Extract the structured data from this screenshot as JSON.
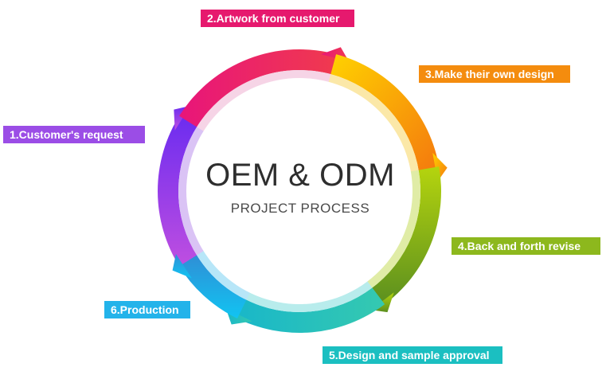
{
  "center": {
    "title": "OEM & ODM",
    "subtitle": "PROJECT PROCESS"
  },
  "steps": [
    {
      "label": "1.Customer's request",
      "color": "#9b4de6"
    },
    {
      "label": "2.Artwork from customer",
      "color": "#e6196e"
    },
    {
      "label": "3.Make their own design",
      "color": "#f48c0e"
    },
    {
      "label": "4.Back and forth revise",
      "color": "#8db81d"
    },
    {
      "label": "5.Design and sample approval",
      "color": "#1bbfc1"
    },
    {
      "label": "6.Production",
      "color": "#23b3ea"
    }
  ]
}
